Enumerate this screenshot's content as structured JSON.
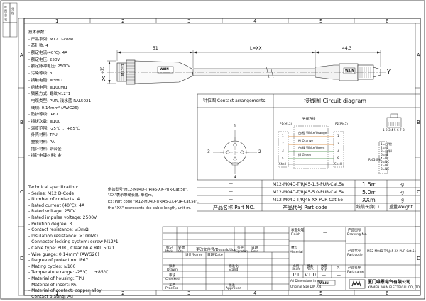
{
  "border": {
    "top_cols": [
      "1",
      "2",
      "3",
      "4",
      "5",
      "6"
    ],
    "bottom_cols": [
      "1",
      "2",
      "3",
      "4",
      "5",
      "6"
    ],
    "side_rows": [
      "A",
      "B",
      "C",
      "D"
    ]
  },
  "corner_labels": [
    "底\n图\n总\n号",
    "归\n档"
  ],
  "cn_specs": {
    "heading": "技术参数：",
    "items": [
      "- 产品系列: M12 D-code",
      "- 芯针数: 4",
      "- 额定电流(40℃): 4A",
      "- 额定电压: 250V",
      "- 额定脉冲电压: 2500V",
      "- 污染等级: 3",
      "- 接触电阻: ≤3mΩ",
      "- 绝缘电阻: ≥100MΩ",
      "- 锁紧方式: 螺纹M12*1",
      "- 电缆类型: PUR, 浅水蓝 RAL5021",
      "- 线规: 0.14mm² (AWG26)",
      "- 防护等级: IP67",
      "- 插拔次数: ≥100",
      "- 温度范围: -25℃ ... +85℃",
      "- 外壳材料: TPU",
      "- 塑胶材料: PA",
      "- 插针材料: 铜合金",
      "- 插针电镀材料: 金"
    ]
  },
  "en_specs": {
    "heading": "Technical specification:",
    "items": [
      "- Series: M12 D-Code",
      "- Number of contacts: 4",
      "- Rated current (40℃): 4A",
      "- Rated voltage: 250V",
      "- Rated impulse voltage: 2500V",
      "- Pollution degree: 3",
      "- Contact resistance: ≤3mΩ",
      "- Insulation resistance: ≥100MΩ",
      "- Connector locking system: screw M12*1",
      "- Cable type: PUR , Clear blue RAL 5021",
      "- Wire guage: 0.14mm² (AWG26)",
      "- Degree of protection: IP67",
      "- Mating cycles: ≥100",
      "- Temperature range: -25℃ ... +85℃",
      "- Material of housing: TPU",
      "- Material of insert: PA",
      "- Material of contact: copper alloy",
      "- Contact plating: Au"
    ]
  },
  "drawing": {
    "dim_left": "51",
    "dim_length": "L=XX",
    "dim_right": "44.3",
    "dim_dia": "φ15",
    "thread": "M12*1",
    "end_x": "X",
    "end_y": "Y",
    "brand": "WAIN"
  },
  "arrangement": {
    "title": "针位图 Contact arrangements",
    "pins": [
      "1",
      "2",
      "3",
      "4"
    ]
  },
  "circuit": {
    "title": "接线图 Circuit diagram",
    "sub_title": "导线连接",
    "left_head": "P1(M12)",
    "right_head": "P2(RJ45)",
    "left_pins": [
      "1",
      "2",
      "3",
      "4",
      "Shell"
    ],
    "right_pins": [
      "1",
      "2",
      "3",
      "6",
      "Shell"
    ],
    "wires": [
      "白/橙 White/Orange",
      "橙 Orange",
      "白/绿 White/Green",
      "绿 Green"
    ],
    "rj45_caption": "RJ45插头",
    "rj45_pin_numbers": "1 2 3 4 5 6 7 8",
    "rj45_legend": [
      "1=白/橙",
      "2=橙",
      "3=白/绿",
      "6=绿",
      "4=NC",
      "5=NC",
      "7=NC",
      "8=NC"
    ]
  },
  "note": {
    "cn": "例如型号\"M12-M04D-T/RJ45-XX-PUR-Cat.5e\",",
    "cn2": "\"XX\"表示带缆长度, 单位m。",
    "en": "Ex: Part code \"M12-M04D-T/RJ45-XX-PUR-Cat.5e\",",
    "en2": "the \"XX\" represents the cable length, unit m."
  },
  "parts_table": {
    "headers": [
      "产品名称 Part NO.",
      "产品代号 Part code",
      "线缆长度(L)",
      "重量Weight"
    ],
    "rows": [
      {
        "name": "—",
        "code": "M12-M04D-T/RJ45-1.5-PUR-Cat.5e",
        "length": "1.5m",
        "weight": "-g"
      },
      {
        "name": "—",
        "code": "M12-M04D-T/RJ45-5.0-PUR-Cat.5e",
        "length": "5.0m",
        "weight": "-g"
      },
      {
        "name": "—",
        "code": "M12-M04D-T/RJ45-XX-PUR-Cat.5e",
        "length": "XXm",
        "weight": "-g"
      }
    ]
  },
  "title_block": {
    "mark": "标记",
    "mark_en": "Mark",
    "count": "处数",
    "count_en": "Qty.",
    "change_doc": "更改文件号/Description",
    "signature": "签字",
    "signature_en": "Signature",
    "date": "日期",
    "date_en": "Date",
    "design": "设计/Name",
    "design_date": "日期/Date",
    "drawn": "拟制",
    "drawn_en": "Drawn",
    "stand": "标准化",
    "stand_en": "Stand",
    "checked": "审核",
    "checked_en": "Checked",
    "process": "工艺",
    "process_en": "Process",
    "approved": "批准",
    "approved_en": "Approved",
    "finish": "表面处理",
    "finish_en": "Finish",
    "finish_val": "—",
    "material": "材料",
    "material_en": "Material",
    "material_val": "—",
    "scale": "比例",
    "scale_en": "Scale",
    "scale_val": "1:1",
    "rev": "版本",
    "rev_en": "REV.",
    "rev_val": "V1.0",
    "qty": "数量",
    "qty_en": "Qty.",
    "qty_val": "—",
    "sheet": "页",
    "sheet_val": "—",
    "drawing_no": "产品图号",
    "drawing_no_en": "Drawing No.",
    "drawing_no_val": "—",
    "part_code": "产品代号",
    "part_code_en": "Part code",
    "part_code_val": "M12-M04D-T/RJ45-XX-PUR-Cat.5e",
    "part_name": "产品名称",
    "part_name_en": "Part name",
    "part_name_val": "—",
    "tolerance": "All Dimensions in mm",
    "tolerance2": "Original Size DIN A 4",
    "company_cn": "厦门唯恩电气有限公司",
    "company_en": "XIAMEN WAIN ELECTRICAL CO.,LTD.",
    "logo": "WAIN"
  },
  "colors": {
    "line": "#222222",
    "wire_orange": "#d77a1f",
    "wire_green": "#3f8a3f",
    "cable": "#f4f4f4"
  }
}
